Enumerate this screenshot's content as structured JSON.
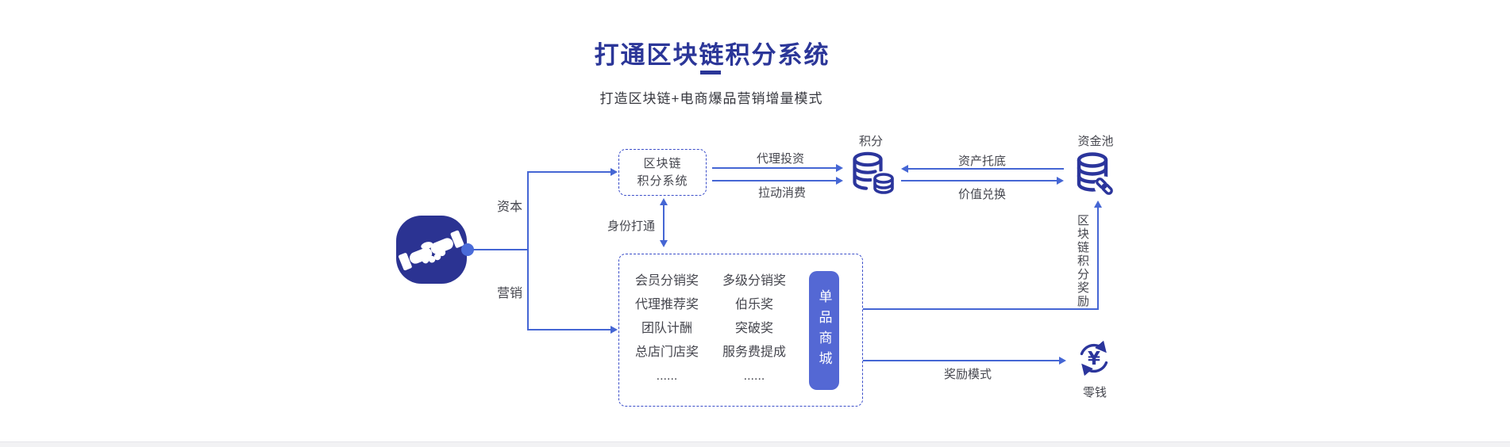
{
  "header": {
    "title": "打通区块链积分系统",
    "subtitle": "打造区块链+电商爆品营销增量模式"
  },
  "colors": {
    "title_blue": "#2b3698",
    "line_blue": "#4566d4",
    "dash_blue": "#3b4ec9",
    "icon_navy": "#2b3392",
    "db_indigo": "#2b359c",
    "mall_pill_blue": "#5468d4",
    "text_dark": "#45464e"
  },
  "diagram": {
    "source": {
      "icon": "handshake-icon"
    },
    "labels": {
      "capital": "资本",
      "marketing": "营销",
      "identity_link": "身份打通",
      "agent_investment": "代理投资",
      "drive_consumption": "拉动消费",
      "asset_backing": "资产托底",
      "value_exchange": "价值兑换",
      "blockchain_points_reward": "区块链积分奖励",
      "reward_mode": "奖励模式"
    },
    "nodes": {
      "blockchain_points_system": {
        "line1": "区块链",
        "line2": "积分系统"
      },
      "points": "积分",
      "capital_pool": "资金池",
      "small_change": "零钱",
      "single_product_mall": "单品商城",
      "reward_items_col1": [
        "会员分销奖",
        "代理推荐奖",
        "团队计酬",
        "总店门店奖",
        "......"
      ],
      "reward_items_col2": [
        "多级分销奖",
        "伯乐奖",
        "突破奖",
        "服务费提成",
        "......"
      ]
    }
  }
}
